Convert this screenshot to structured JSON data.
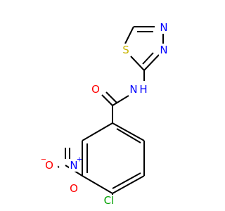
{
  "molecule": {
    "atoms": {
      "N_ring_1": {
        "symbol": "N",
        "color": "#0000ff"
      },
      "N_ring_2": {
        "symbol": "N",
        "color": "#0000ff"
      },
      "S_ring": {
        "symbol": "S",
        "color": "#c8b400"
      },
      "O_carbonyl": {
        "symbol": "O",
        "color": "#ff0000"
      },
      "N_amide": {
        "symbol": "N",
        "color": "#0000ff"
      },
      "H_amide": {
        "symbol": "H",
        "color": "#0000ff"
      },
      "N_nitro": {
        "symbol": "N",
        "color": "#0000ff"
      },
      "N_nitro_charge": {
        "symbol": "+",
        "color": "#0000ff"
      },
      "O_nitro_top": {
        "symbol": "O",
        "color": "#ff0000"
      },
      "O_nitro_charge": {
        "symbol": "−",
        "color": "#ff0000"
      },
      "O_nitro_bottom": {
        "symbol": "O",
        "color": "#ff0000"
      },
      "Cl": {
        "symbol": "Cl",
        "color": "#00a000"
      }
    }
  }
}
